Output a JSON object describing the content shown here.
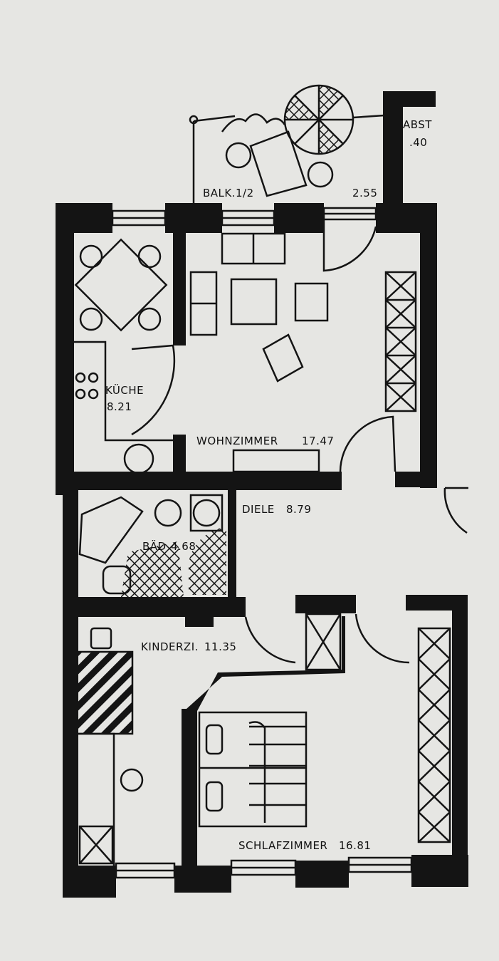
{
  "rooms": {
    "balkon": {
      "name": "BALK.1/2",
      "area": "2.55"
    },
    "abstell": {
      "name": "ABST",
      "area": ".40"
    },
    "kueche": {
      "name": "KÜCHE",
      "area": "8.21"
    },
    "wohnzimmer": {
      "name": "WOHNZIMMER",
      "area": "17.47"
    },
    "diele": {
      "name": "DIELE",
      "area": "8.79"
    },
    "bad": {
      "name": "BÄD",
      "area": "4.68"
    },
    "kinderzimmer": {
      "name": "KINDERZI.",
      "area": "11.35"
    },
    "schlafzimmer": {
      "name": "SCHLAFZIMMER",
      "area": "16.81"
    }
  },
  "colors": {
    "paper": "#e6e6e3",
    "ink": "#141414"
  }
}
